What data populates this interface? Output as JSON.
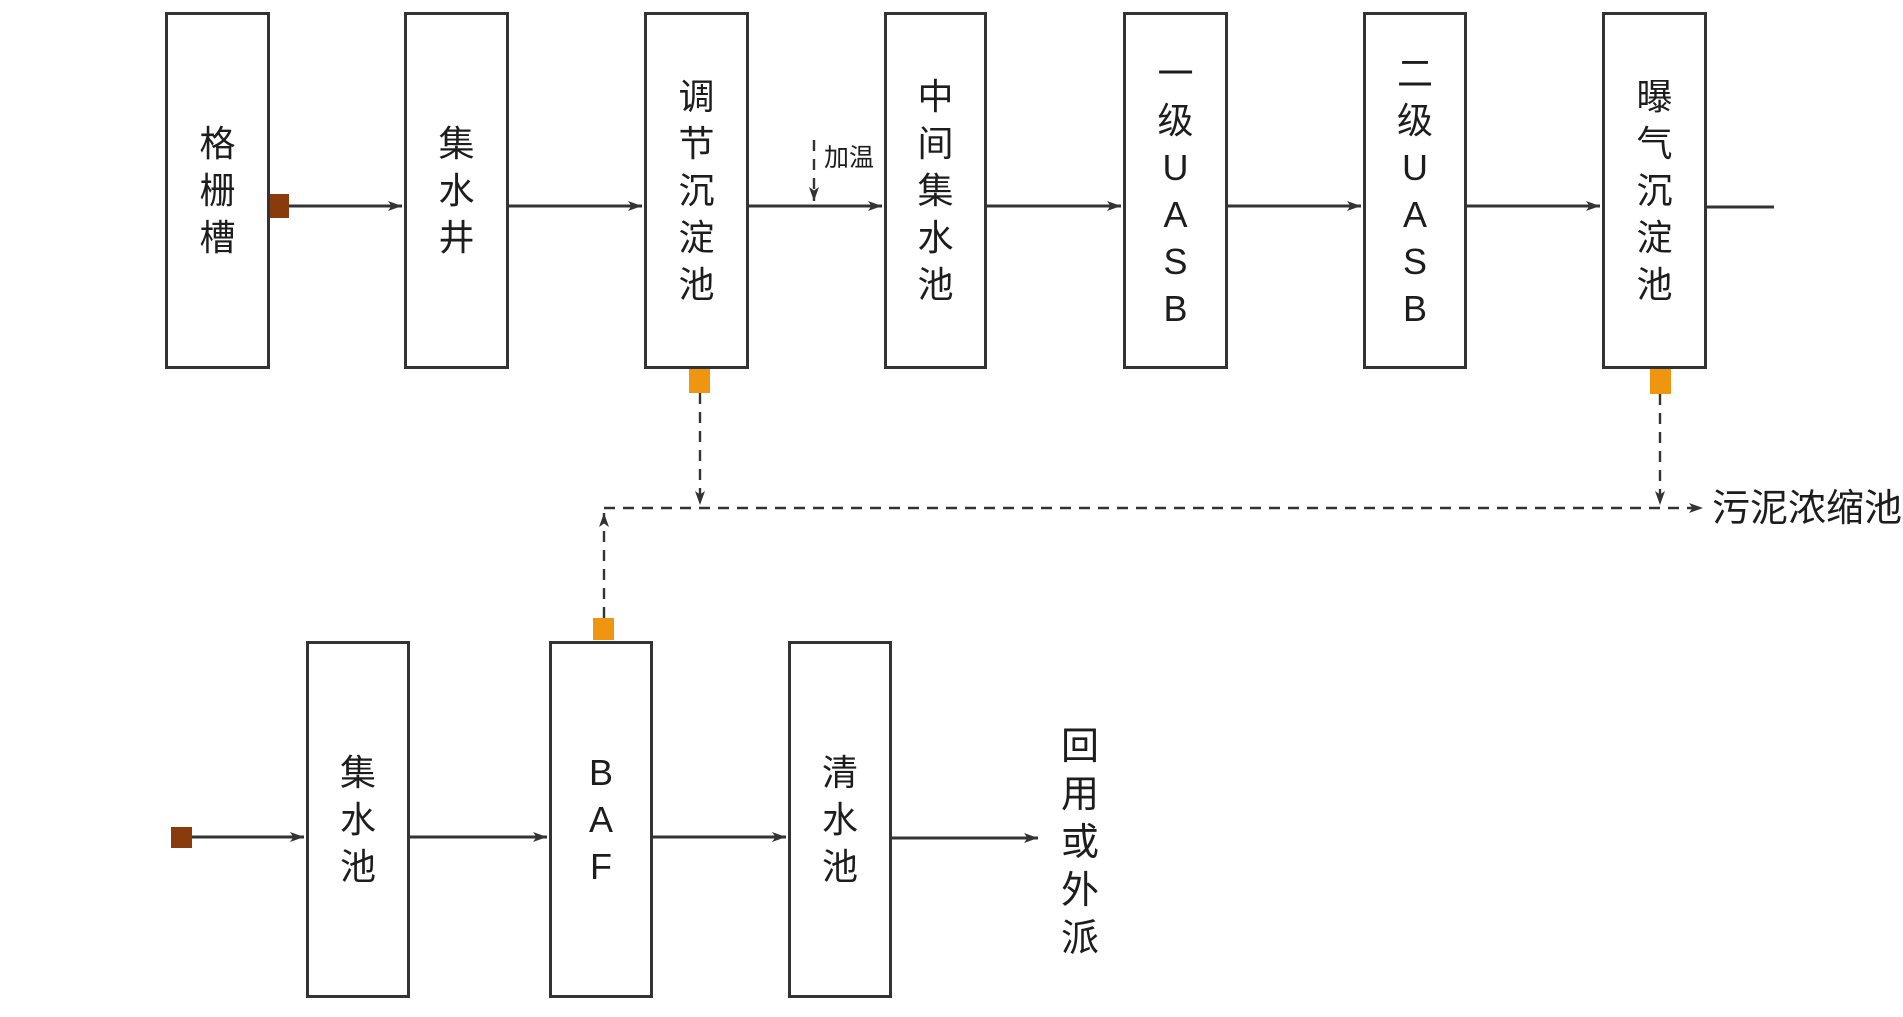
{
  "flow": {
    "top_row": [
      {
        "label": "格栅槽"
      },
      {
        "label": "集水井"
      },
      {
        "label": "调节沉淀池"
      },
      {
        "label": "中间集水池"
      },
      {
        "label": "一级UASB"
      },
      {
        "label": "二级UASB"
      },
      {
        "label": "曝气沉淀池"
      }
    ],
    "bottom_row": [
      {
        "label": "集水池"
      },
      {
        "label": "BAF"
      },
      {
        "label": "清水池"
      }
    ],
    "heating_label": "加温",
    "sludge_destination_label": "污泥浓缩池",
    "effluent_label": "回用或外派"
  },
  "colors": {
    "line": "#333333",
    "text": "#1d1d1d",
    "brown_square": "#8a3b0e",
    "orange_square": "#f0950f",
    "background": "#ffffff"
  }
}
